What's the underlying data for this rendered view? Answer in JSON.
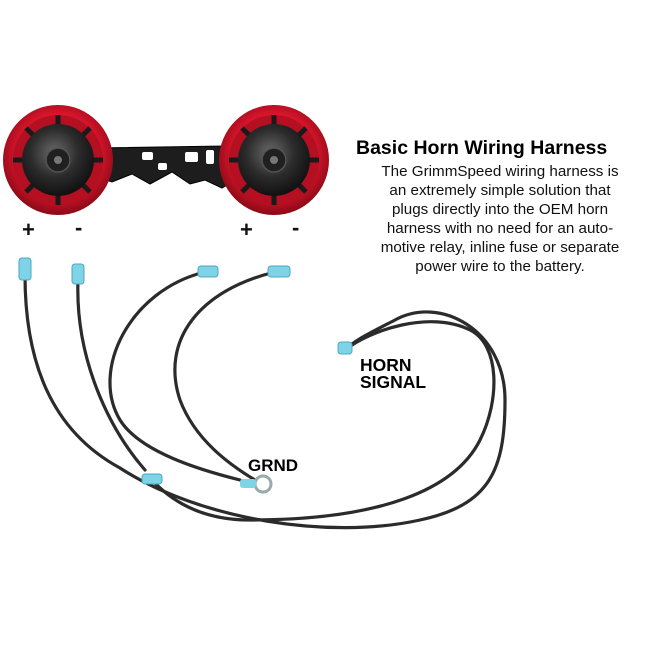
{
  "heading": "Basic Horn Wiring Harness",
  "description": "The GrimmSpeed wiring harness is an extremely simple solution that plugs directly into the OEM horn harness with no need for an automotive relay, inline fuse or separate power wire to the battery.",
  "description_lines": [
    "The GrimmSpeed wiring harness is",
    "an extremely simple solution that",
    "plugs directly into the OEM horn",
    "harness with no need for an auto-",
    "motive relay, inline fuse or separate",
    "power wire to the battery."
  ],
  "terminals": {
    "left_plus": "+",
    "left_minus": "-",
    "right_plus": "+",
    "right_minus": "-"
  },
  "labels": {
    "horn_signal_line1": "HORN",
    "horn_signal_line2": "SIGNAL",
    "ground": "GRND"
  },
  "colors": {
    "horn_red": "#c8102e",
    "horn_dark": "#2a2a2a",
    "wire": "#2b2b2b",
    "connector_blue": "#7fd3e6",
    "background": "#ffffff"
  }
}
